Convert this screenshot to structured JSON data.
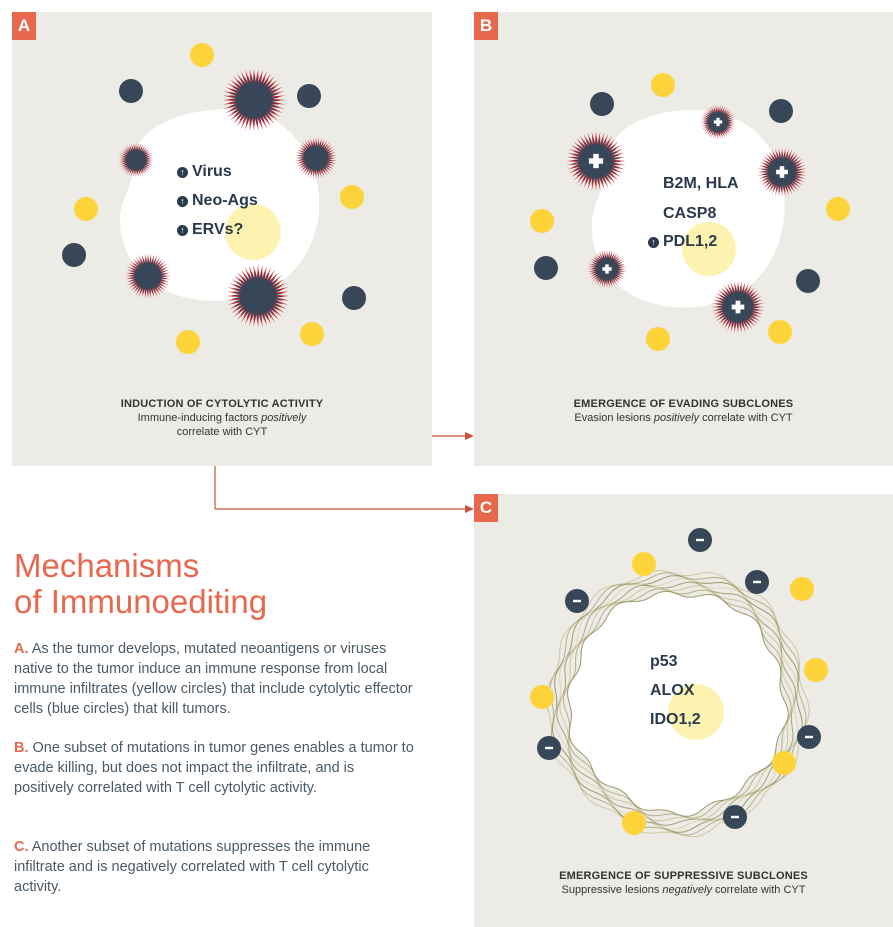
{
  "panel_a": {
    "badge": "A",
    "labels": [
      "Virus",
      "Neo-Ags",
      "ERVs?"
    ],
    "caption_title": "INDUCTION OF CYTOLYTIC ACTIVITY",
    "caption_line1_pre": "Immune-inducing factors ",
    "caption_line1_em": "positively",
    "caption_line2": "correlate with CYT"
  },
  "panel_b": {
    "badge": "B",
    "labels": [
      "B2M, HLA",
      "CASP8",
      "PDL1,2"
    ],
    "caption_title": "EMERGENCE OF EVADING SUBCLONES",
    "caption_pre": "Evasion lesions ",
    "caption_em": "positively",
    "caption_post": " correlate with CYT"
  },
  "panel_c": {
    "badge": "C",
    "labels": [
      "p53",
      "ALOX",
      "IDO1,2"
    ],
    "caption_title": "EMERGENCE OF SUPPRESSIVE SUBCLONES",
    "caption_pre": "Suppressive lesions ",
    "caption_em": "negatively",
    "caption_post": " correlate with CYT"
  },
  "title_line1": "Mechanisms",
  "title_line2": "of Immunoediting",
  "descriptions": [
    {
      "label": "A.",
      "text": " As the tumor develops, mutated neoantigens or viruses native to the tumor induce an immune response from local immune infiltrates (yellow circles) that include cytolytic effector cells (blue circles) that kill tumors."
    },
    {
      "label": "B.",
      "text": " One subset of mutations in tumor genes enables a tumor to evade killing, but does not impact the infiltrate, and is positively correlated with T cell cytolytic activity."
    },
    {
      "label": "C.",
      "text": " Another subset of mutations suppresses the immune infiltrate and is negatively correlated with T cell cytolytic activity."
    }
  ],
  "colors": {
    "accent": "#e7684c",
    "panel_bg": "#ecebe5",
    "navy": "#374757",
    "yellow": "#fdd33a",
    "spike_red": "#c8202f",
    "nucleus": "#fdf3b0"
  },
  "icons": {
    "up_marker": "up-arrow-icon",
    "plus_marker": "plus-icon",
    "minus_marker": "minus-icon"
  }
}
